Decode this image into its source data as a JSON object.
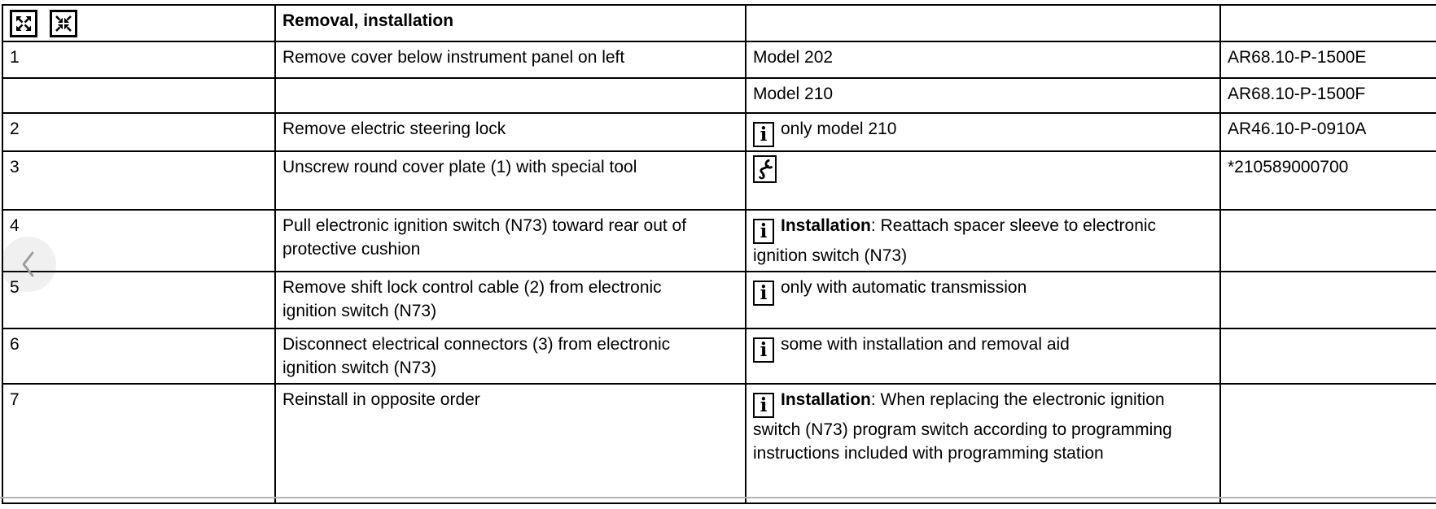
{
  "table": {
    "title": "Removal, installation",
    "rows": [
      {
        "step": "1",
        "description": "Remove cover below instrument panel on left",
        "note_icon": "",
        "note_bold": "",
        "note_text": "Model 202",
        "code": "AR68.10-P-1500E"
      },
      {
        "step": "",
        "description": "",
        "note_icon": "",
        "note_bold": "",
        "note_text": "Model 210",
        "code": "AR68.10-P-1500F"
      },
      {
        "step": "2",
        "description": "Remove electric steering lock",
        "note_icon": "info",
        "note_bold": "",
        "note_text": "only model 210",
        "code": "AR46.10-P-0910A"
      },
      {
        "step": "3",
        "description": "Unscrew round cover plate (1) with special tool",
        "note_icon": "special-tool",
        "note_bold": "",
        "note_text": "",
        "code": "*210589000700"
      },
      {
        "step": "4",
        "description": "Pull electronic ignition switch (N73) toward rear out of protective cushion",
        "note_icon": "info",
        "note_bold": "Installation",
        "note_text": ": Reattach spacer sleeve to electronic ignition switch (N73)",
        "code": ""
      },
      {
        "step": "5",
        "description": "Remove shift lock control cable (2) from electronic ignition switch (N73)",
        "note_icon": "info",
        "note_bold": "",
        "note_text": "only with automatic transmission",
        "code": ""
      },
      {
        "step": "6",
        "description": "Disconnect electrical connectors (3) from electronic ignition switch (N73)",
        "note_icon": "info",
        "note_bold": "",
        "note_text": "some with installation and removal aid",
        "code": ""
      },
      {
        "step": "7",
        "description": "Reinstall in opposite order",
        "note_icon": "info",
        "note_bold": "Installation",
        "note_text": ": When replacing the electronic ignition switch (N73) program switch according to programming instructions included with programming station",
        "code": ""
      }
    ]
  },
  "icons": {
    "expand_all": "expand-all-icon",
    "collapse_all": "collapse-all-icon",
    "info": "info-icon",
    "info_glyph": "i",
    "special_tool": "special-tool-icon",
    "back_chevron": "chevron-left-icon"
  },
  "colors": {
    "border": "#000000",
    "text": "#000000",
    "nav_circle": "rgba(70,70,70,0.08)",
    "nav_chevron": "#9a9a9a",
    "bottom_divider": "#b4b4b4"
  }
}
